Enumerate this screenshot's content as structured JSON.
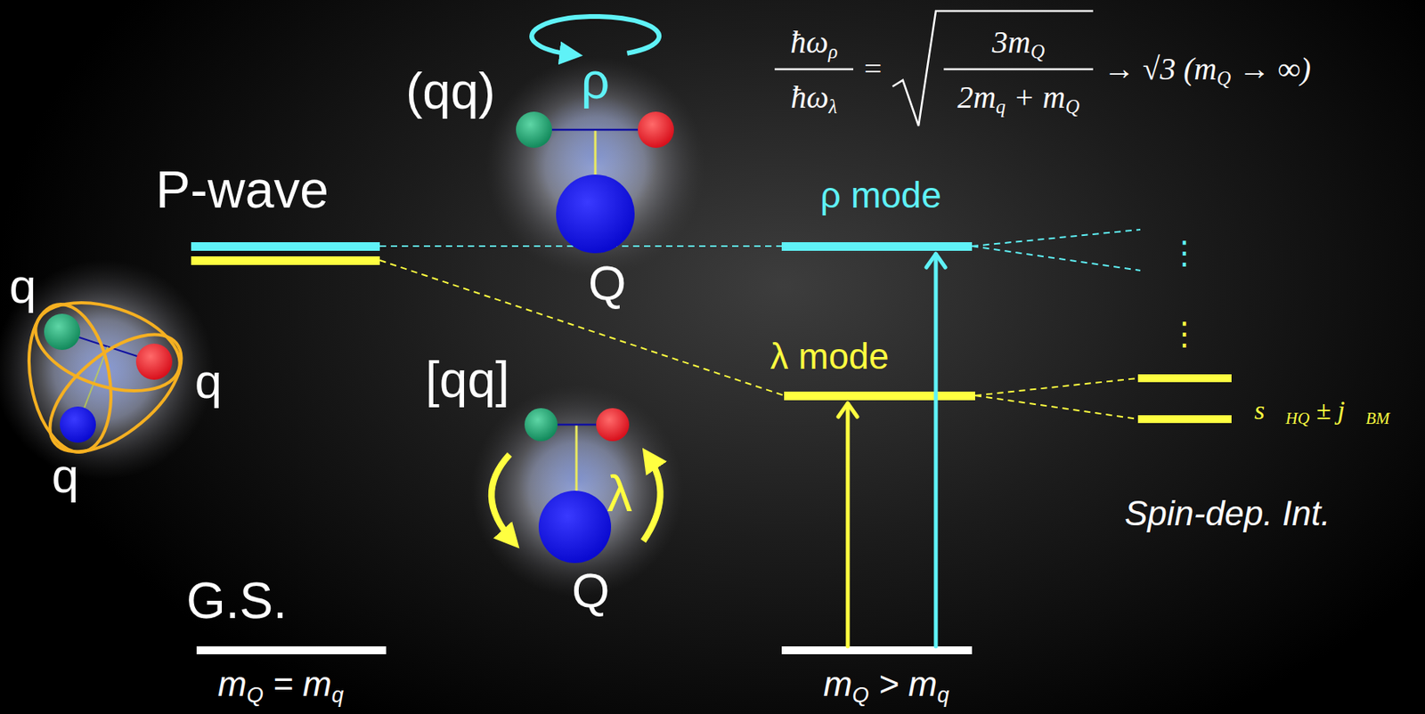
{
  "diagram": {
    "labels": [
      "(qq)",
      "ρ",
      "ħωρ",
      "3mQ",
      "=",
      "ħωλ",
      "2mq + mQ",
      "→ √3 (mQ → ∞)",
      "P-wave",
      "ρ mode",
      "Q",
      "⋮",
      "q",
      "⋮",
      "[qq]",
      "λ mode",
      "q",
      "s⃗HQ ± j⃗BM",
      "λ",
      "Spin-dep. Int.",
      "q",
      "Q",
      "G.S.",
      "mQ = mq",
      "mQ > mq"
    ]
  }
}
